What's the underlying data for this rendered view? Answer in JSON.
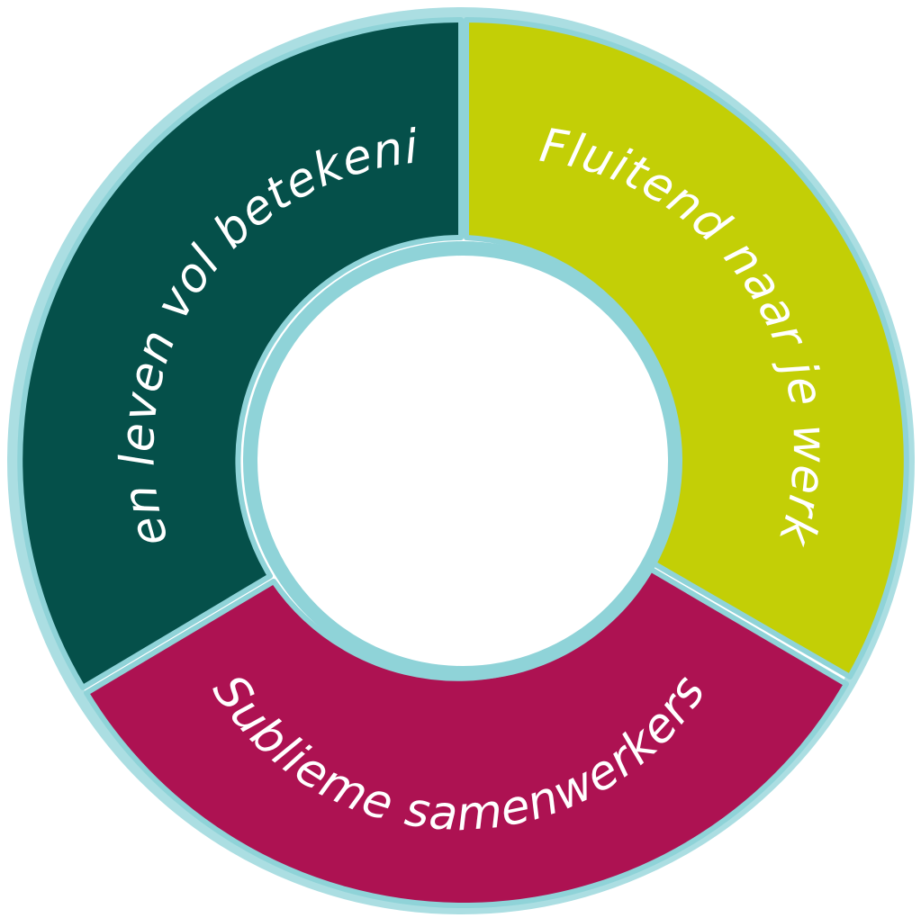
{
  "diagram": {
    "segments": [
      {
        "label": "Een leven vol betekenis",
        "color": "#05504a"
      },
      {
        "label": "Fluitend naar je werk",
        "color": "#c3cf06"
      },
      {
        "label": "Sublieme samenwerkers",
        "color": "#ad1252"
      }
    ],
    "outline_color": "#8fd3d8",
    "center_color": "#ffffff"
  }
}
